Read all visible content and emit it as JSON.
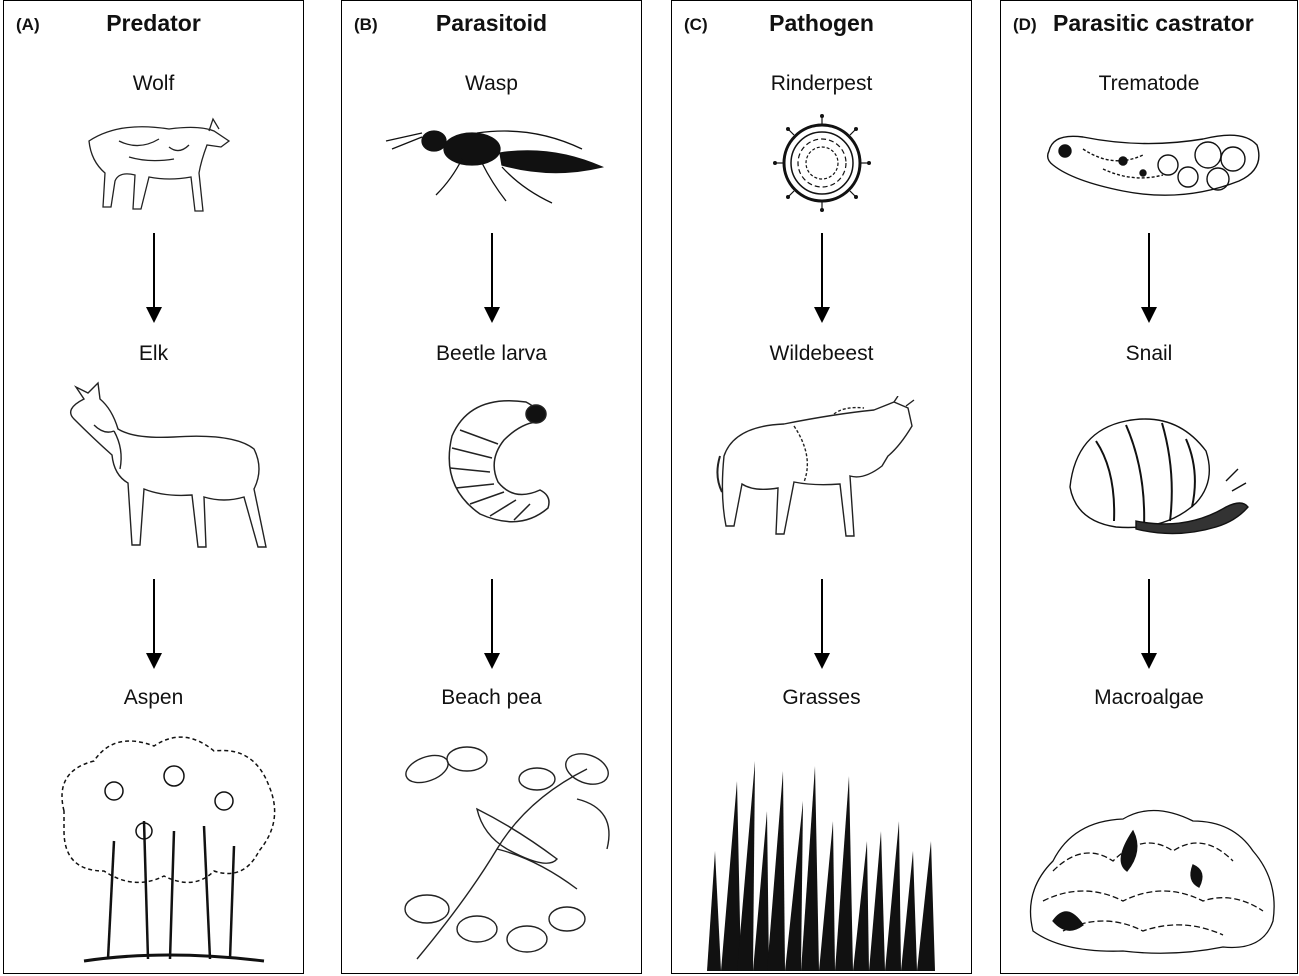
{
  "panels": [
    {
      "tag": "(A)",
      "title": "Predator",
      "levels": [
        "Wolf",
        "Elk",
        "Aspen"
      ]
    },
    {
      "tag": "(B)",
      "title": "Parasitoid",
      "levels": [
        "Wasp",
        "Beetle larva",
        "Beach pea"
      ]
    },
    {
      "tag": "(C)",
      "title": "Pathogen",
      "levels": [
        "Rinderpest",
        "Wildebeest",
        "Grasses"
      ]
    },
    {
      "tag": "(D)",
      "title": "Parasitic castrator",
      "levels": [
        "Trematode",
        "Snail",
        "Macroalgae"
      ]
    }
  ],
  "icons": {
    "a": [
      "wolf-icon",
      "elk-icon",
      "aspen-trees-icon"
    ],
    "b": [
      "wasp-icon",
      "beetle-larva-icon",
      "beach-pea-icon"
    ],
    "c": [
      "rinderpest-virus-icon",
      "wildebeest-icon",
      "grasses-icon"
    ],
    "d": [
      "trematode-icon",
      "snail-icon",
      "macroalgae-icon"
    ]
  }
}
